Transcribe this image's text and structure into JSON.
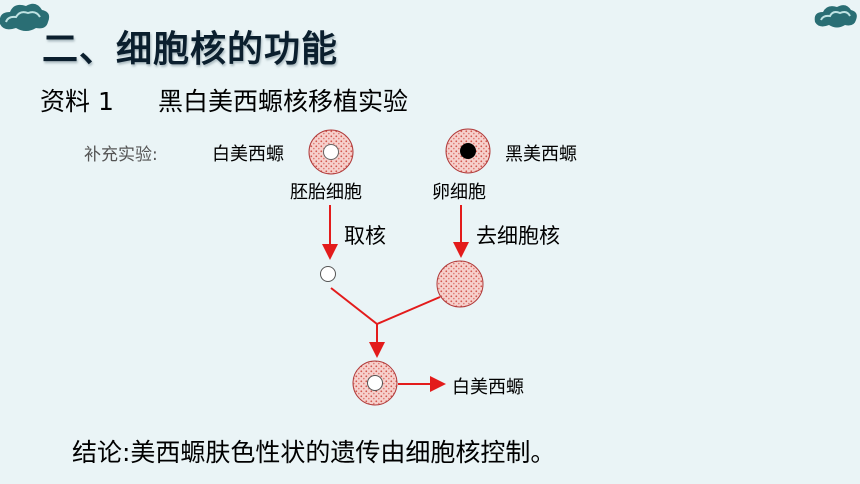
{
  "title": "二、细胞核的功能",
  "subtitle": {
    "label": "资料 1",
    "text": "黑白美西螈核移植实验"
  },
  "supplement_label": "补充实验:",
  "diagram": {
    "white_axolotl": "白美西螈",
    "black_axolotl": "黑美西螈",
    "embryo_cell": "胚胎细胞",
    "egg_cell": "卵细胞",
    "take_nucleus": "取核",
    "remove_nucleus": "去细胞核",
    "result": "白美西螈"
  },
  "conclusion": "结论:美西螈肤色性状的遗传由细胞核控制。",
  "colors": {
    "arrow": "#e31b1b",
    "cell_fill": "#f3c4c1",
    "cell_border": "#c23a3a",
    "dark_nucleus": "#000000"
  }
}
